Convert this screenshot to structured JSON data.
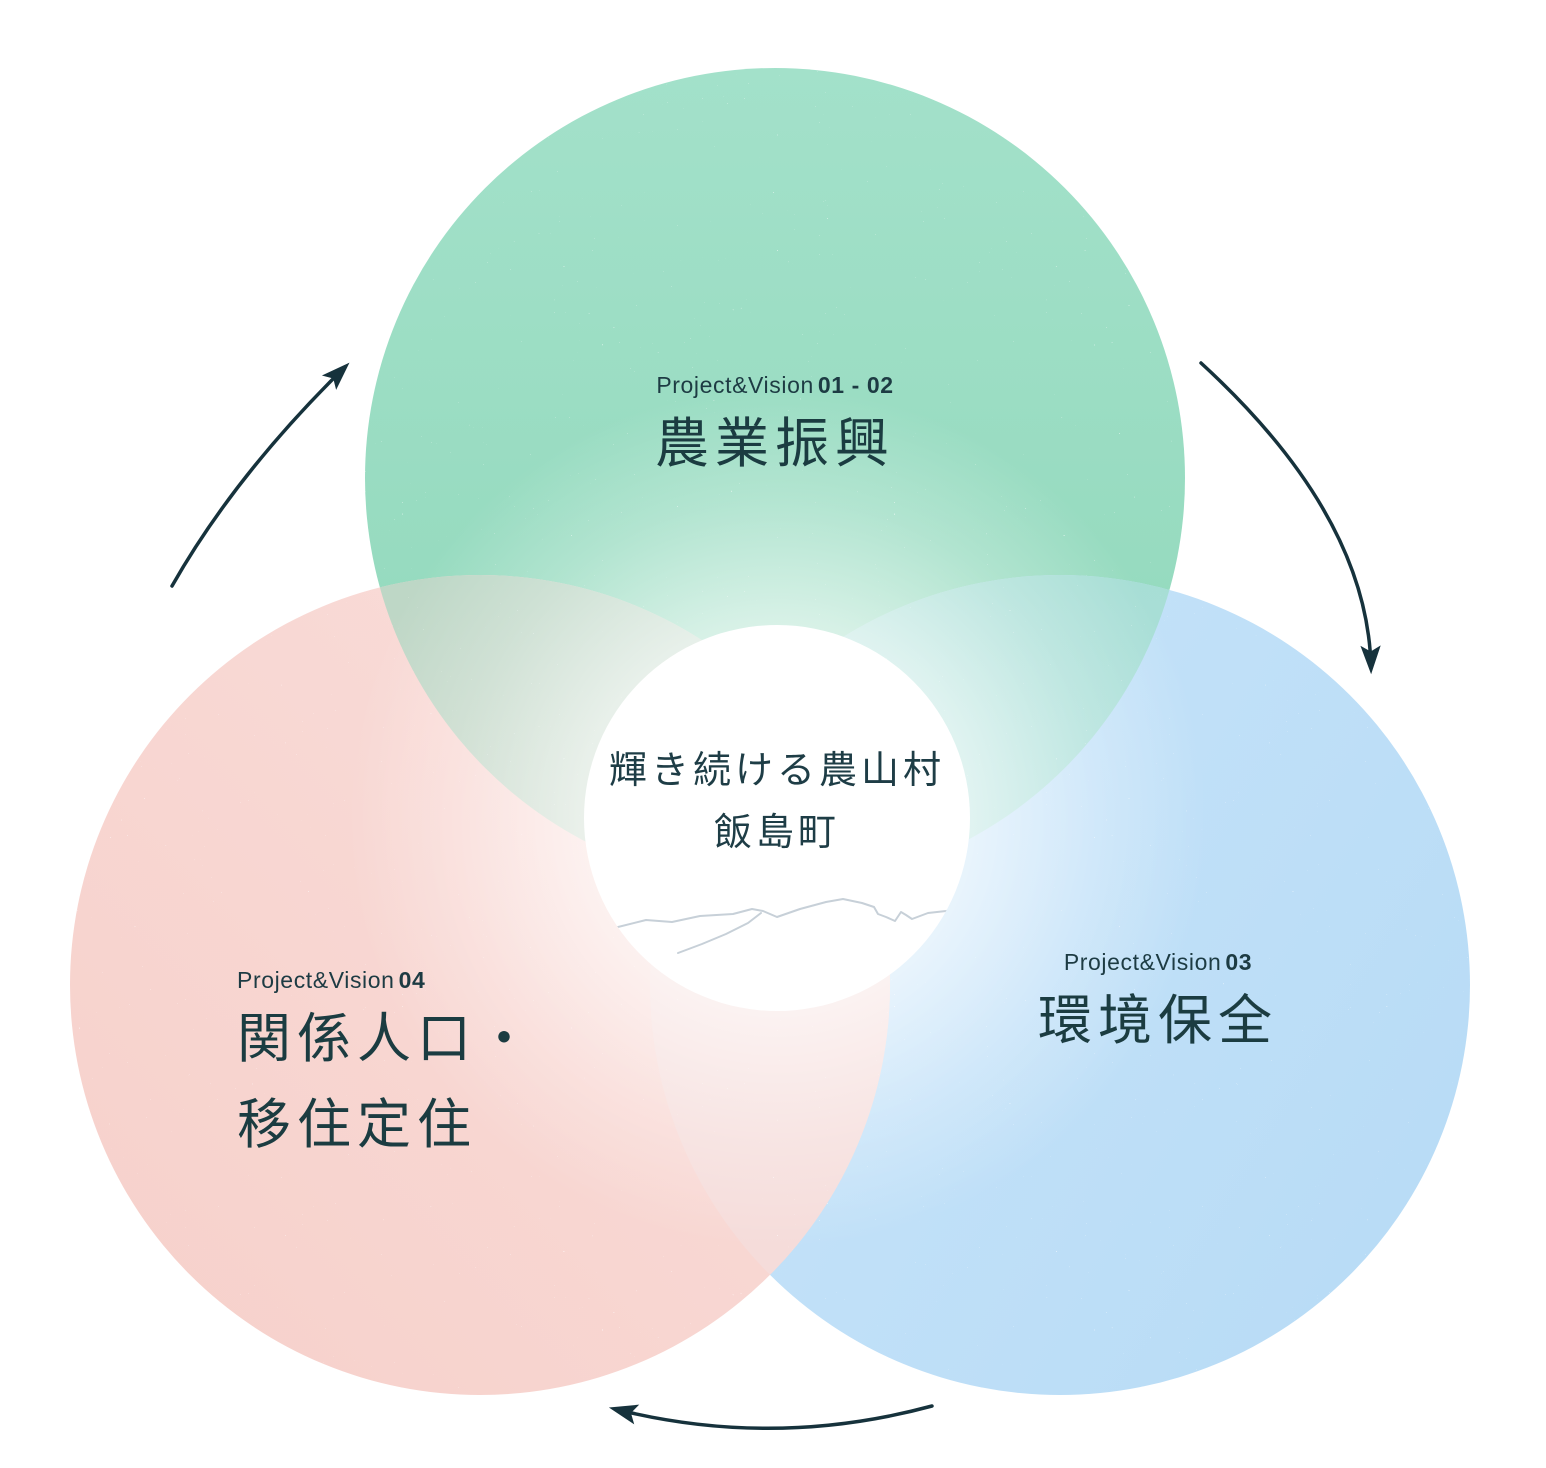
{
  "diagram": {
    "name": "project-vision-cycle-diagram",
    "center_circle": {
      "line1": "輝き続ける農山村",
      "line2": "飯島町"
    },
    "projects": [
      {
        "id": "agriculture",
        "label_prefix": "Project&Vision",
        "label_number": "01 - 02",
        "title_lines": [
          "農業振興"
        ]
      },
      {
        "id": "environment",
        "label_prefix": "Project&Vision",
        "label_number": "03",
        "title_lines": [
          "環境保全"
        ]
      },
      {
        "id": "population",
        "label_prefix": "Project&Vision",
        "label_number": "04",
        "title_lines": [
          "関係人口・",
          "移住定住"
        ]
      }
    ],
    "colors": {
      "green_circle": "#99dcc1",
      "blue_circle": "#c2e0f8",
      "pink_circle": "#f9dad5",
      "green_pink_overlap": "#c9d6c8",
      "green_blue_overlap": "#aadfd8",
      "pink_blue_overlap": "#f5dcda",
      "ink_text": "#1b3c41",
      "arrow": "#16323c",
      "mountain_line": "#c7d0d8"
    }
  }
}
